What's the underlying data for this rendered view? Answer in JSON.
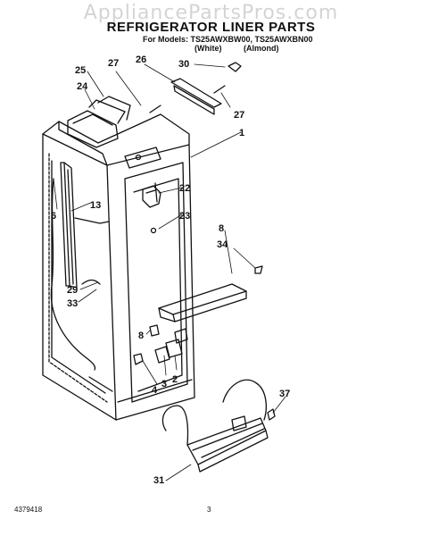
{
  "watermark": "AppliancePartsPros.com",
  "title": "REFRIGERATOR LINER PARTS",
  "models_line": "For Models: TS25AWXBW00, TS25AWXBN00",
  "variants": [
    "(White)",
    "(Almond)"
  ],
  "callouts": [
    "27",
    "26",
    "30",
    "25",
    "24",
    "27",
    "1",
    "22",
    "23",
    "6",
    "13",
    "8",
    "34",
    "29",
    "33",
    "8",
    "4",
    "3",
    "2",
    "37",
    "31"
  ],
  "footer": {
    "code": "4379418",
    "page": "3"
  }
}
